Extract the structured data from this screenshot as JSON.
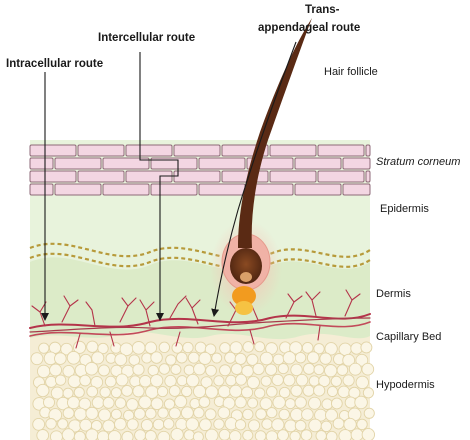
{
  "routes": {
    "intracellular": "Intracellular route",
    "intercellular": "Intercellular route",
    "transappendageal_line1": "Trans-",
    "transappendageal_line2": "appendageal  route"
  },
  "structures": {
    "hair_follicle": "Hair follicle"
  },
  "layers": {
    "stratum_corneum": "Stratum corneum",
    "epidermis": "Epidermis",
    "dermis": "Dermis",
    "capillary_bed": "Capillary Bed",
    "hypodermis": "Hypodermis"
  },
  "colors": {
    "corneocyte_fill": "#f3d6e2",
    "corneocyte_stroke": "#8e6a78",
    "epidermis": "#e8f3dc",
    "dermis": "#dcebc8",
    "hypodermis_bg": "#f5edd5",
    "fat_cell": "#fbf6e6",
    "capillary": "#b4344a",
    "hair": "#5a2a14",
    "follicle_glow": "#f4b4a8",
    "sebaceous_gland": "#f29b1f"
  }
}
